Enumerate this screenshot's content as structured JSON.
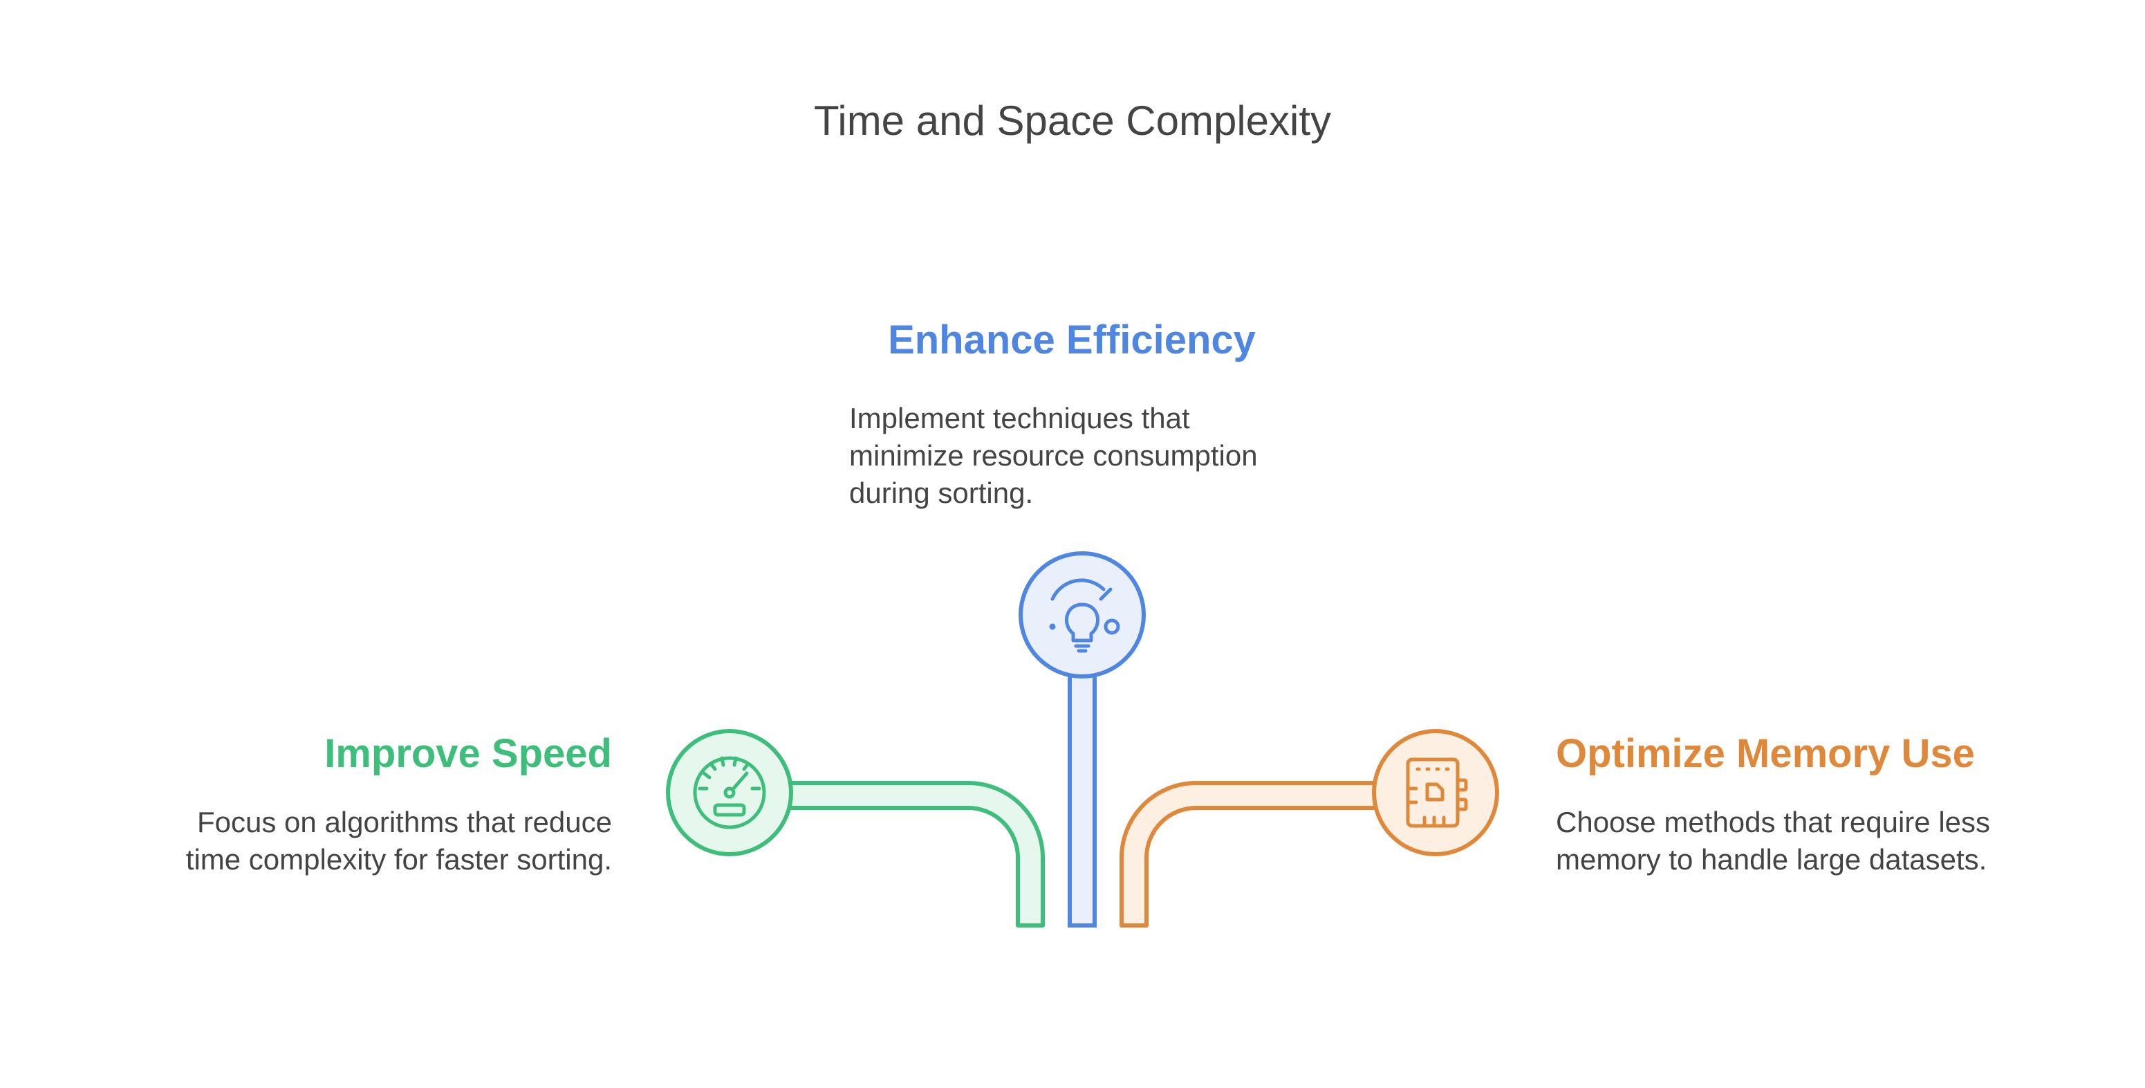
{
  "title": "Time and Space Complexity",
  "colors": {
    "green": "#3dbe7a",
    "green_fill": "#e6f8ee",
    "blue": "#4f86e1",
    "blue_fill": "#e9f0fc",
    "orange": "#e0883a",
    "orange_fill": "#fdf0e3",
    "text": "#444444"
  },
  "items": {
    "efficiency": {
      "heading": "Enhance Efficiency",
      "lines": [
        "Implement techniques that",
        "minimize resource consumption",
        "during sorting."
      ],
      "icon": "lightbulb-icon"
    },
    "speed": {
      "heading": "Improve Speed",
      "lines": [
        "Focus on algorithms that reduce",
        "time complexity for faster sorting."
      ],
      "icon": "speedometer-icon"
    },
    "memory": {
      "heading": "Optimize Memory Use",
      "lines": [
        "Choose methods that require less",
        "memory to handle large datasets."
      ],
      "icon": "memory-chip-icon"
    }
  }
}
